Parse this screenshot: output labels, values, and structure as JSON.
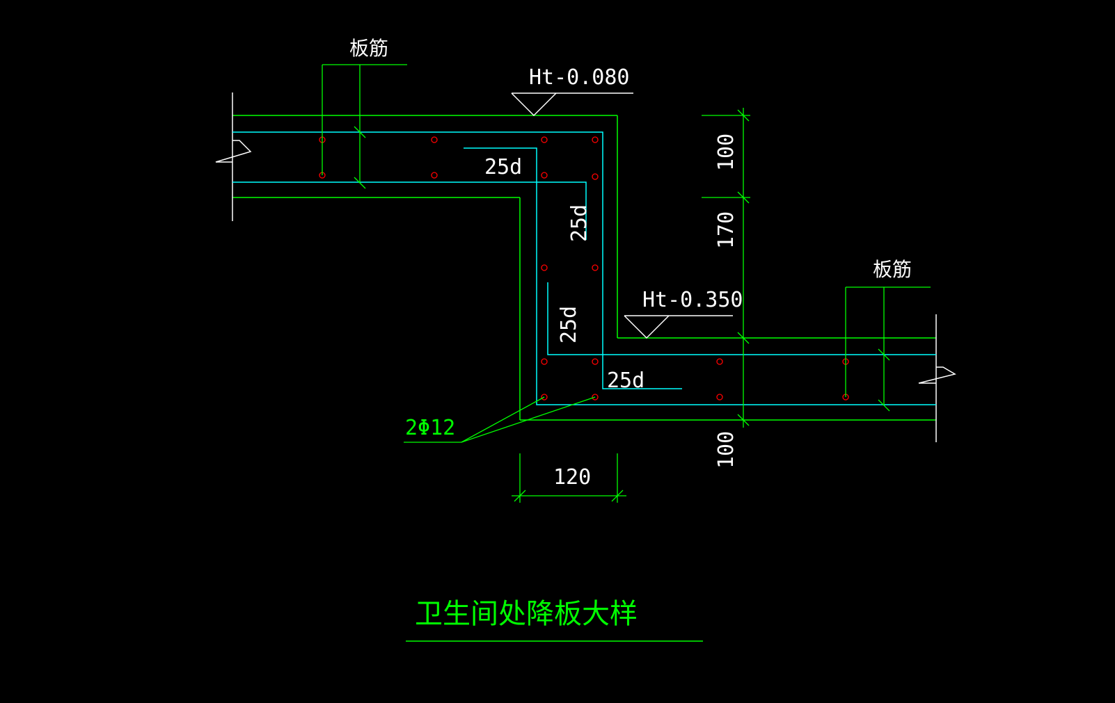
{
  "colors": {
    "background": "#000000",
    "outline": "#00ff00",
    "rebar": "#00ffff",
    "bar_dot": "#ff0000",
    "text_white": "#ffffff",
    "text_green": "#00ff00",
    "break_line": "#ffffff"
  },
  "labels": {
    "slab_rebar_left": "板筋",
    "slab_rebar_right": "板筋",
    "elev_high": "Ht-0.080",
    "elev_low": "Ht-0.350",
    "anchor_top": "25d",
    "anchor_vert_upper": "25d",
    "anchor_vert_lower": "25d",
    "anchor_bottom": "25d",
    "bar_spec": "2Φ12",
    "dim_100_top": "100",
    "dim_170": "170",
    "dim_100_bottom": "100",
    "dim_120": "120",
    "title": "卫生间处降板大样"
  }
}
